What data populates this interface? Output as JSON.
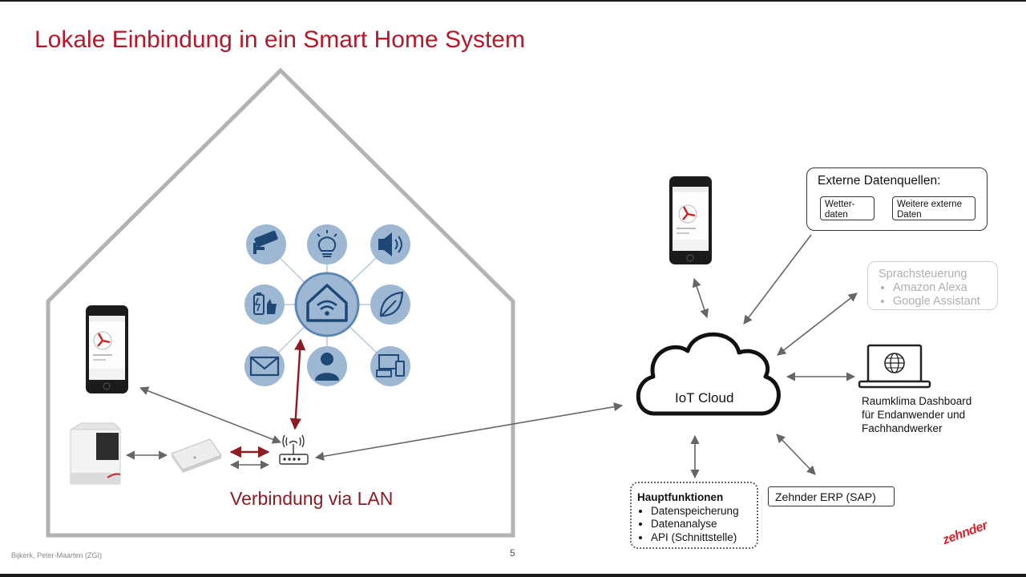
{
  "slide": {
    "title": "Lokale Einbindung in ein Smart Home System",
    "lan_label": "Verbindung via LAN",
    "cloud_label": "IoT Cloud",
    "external_sources": {
      "title": "Externe Datenquellen:",
      "weather": "Wetter-\ndaten",
      "other": "Weitere externe Daten"
    },
    "voice_control": {
      "title": "Sprachsteuerung",
      "items": [
        "Amazon Alexa",
        "Google Assistant"
      ]
    },
    "dashboard_label": "Raumklima Dashboard für Endanwender und Fachhandwerker",
    "main_functions": {
      "title": "Hauptfunktionen",
      "items": [
        "Datenspeicherung",
        "Datenanalyse",
        "API (Schnittstelle)"
      ]
    },
    "erp_label": "Zehnder ERP (SAP)",
    "footer_author": "Bijkerk, Peter-Maarten (ZGI)",
    "page_number": "5",
    "brand": "zehnder"
  },
  "colors": {
    "title": "#b5182a",
    "accent_dark_red": "#8c1c24",
    "icon_circle": "#9eb8d3",
    "icon_glyph": "#1e4775",
    "hub_border": "#5e86b4",
    "arrow_gray": "#666666",
    "house_outline": "#b3b3b3"
  },
  "icons": {
    "smart_home": [
      "security-camera-icon",
      "light-bulb-icon",
      "speaker-icon",
      "battery-thumb-icon",
      "leaf-icon",
      "mail-icon",
      "user-icon",
      "devices-icon",
      "home-wifi-hub-icon"
    ],
    "devices": [
      "smartphone-app-house",
      "smartphone-app-cloud",
      "ventilation-unit",
      "lan-gateway",
      "wifi-router-icon",
      "laptop-globe-icon"
    ]
  }
}
